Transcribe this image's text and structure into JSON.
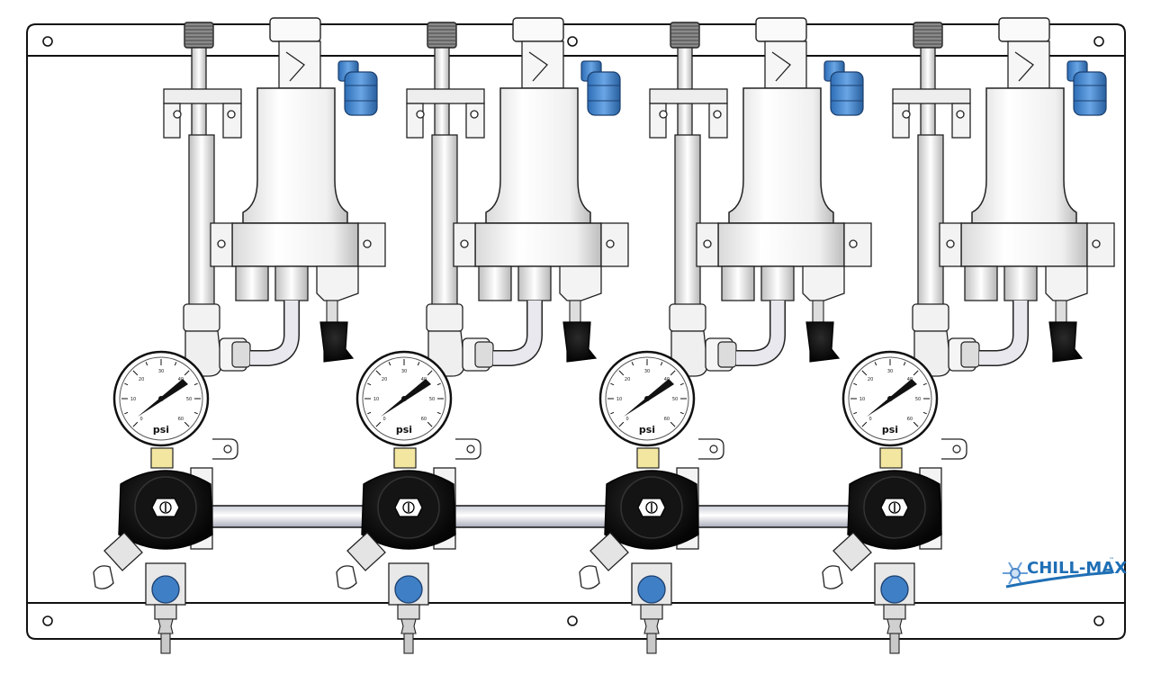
{
  "brand": {
    "name": "CHILL-MAX",
    "trademark": "™",
    "color_primary": "#1f6fb5",
    "color_accent": "#4a90d9"
  },
  "gauge": {
    "unit": "psi",
    "ticks": [
      "0",
      "10",
      "20",
      "30",
      "40",
      "50",
      "60"
    ]
  },
  "colors": {
    "panel_stroke": "#111111",
    "knob": "#111111",
    "fitting_blue": "#3f7fc6",
    "sight_yellow": "#f3e6a0",
    "metal_light": "#f2f2f2",
    "metal_mid": "#cfcfcf"
  },
  "components": {
    "regulator_count": 4,
    "icons": [
      "filter-housing-icon",
      "pressure-gauge-icon",
      "regulator-knob-icon",
      "quick-connect-fitting-icon",
      "shutoff-valve-icon",
      "barb-fitting-icon",
      "snowflake-icon"
    ]
  }
}
